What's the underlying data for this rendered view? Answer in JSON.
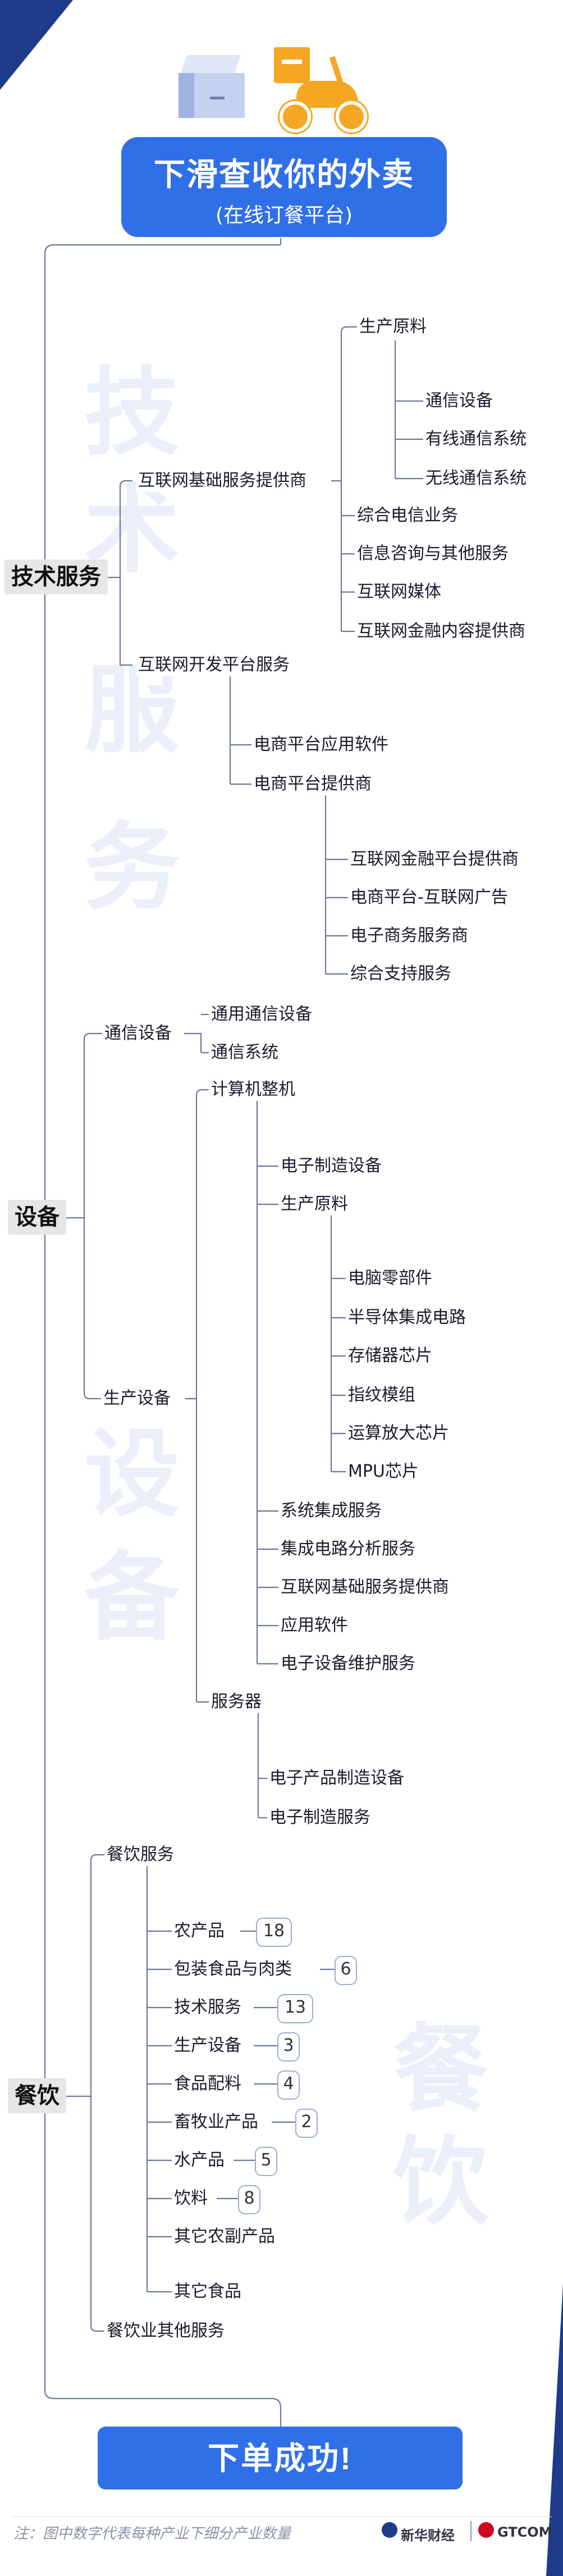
{
  "header": {
    "title": "下滑查收你的外卖",
    "subtitle": "(在线订餐平台)"
  },
  "watermarks": {
    "tech": [
      "技",
      "术",
      "服",
      "务"
    ],
    "equip": [
      "设",
      "备"
    ],
    "food": [
      "餐",
      "饮"
    ]
  },
  "tech": {
    "category": "技术服务",
    "internet_base": {
      "label": "互联网基础服务提供商",
      "raw": "生产原料",
      "raw_children": [
        "通信设备",
        "有线通信系统",
        "无线通信系统"
      ],
      "others": [
        "综合电信业务",
        "信息咨询与其他服务",
        "互联网媒体",
        "互联网金融内容提供商"
      ]
    },
    "dev_platform": {
      "label": "互联网开发平台服务",
      "children": [
        "电商平台应用软件",
        "电商平台提供商"
      ],
      "provider_children": [
        "互联网金融平台提供商",
        "电商平台-互联网广告",
        "电子商务服务商",
        "综合支持服务"
      ]
    }
  },
  "equip": {
    "category": "设备",
    "comm": {
      "label": "通信设备",
      "children": [
        "通用通信设备",
        "通信系统"
      ]
    },
    "production": {
      "label": "生产设备",
      "computer": "计算机整机",
      "computer_children_top": [
        "电子制造设备",
        "生产原料"
      ],
      "raw_children": [
        "电脑零部件",
        "半导体集成电路",
        "存储器芯片",
        "指纹模组",
        "运算放大芯片",
        "MPU芯片"
      ],
      "computer_children_bottom": [
        "系统集成服务",
        "集成电路分析服务",
        "互联网基础服务提供商",
        "应用软件",
        "电子设备维护服务"
      ],
      "server": "服务器",
      "server_children": [
        "电子产品制造设备",
        "电子制造服务"
      ]
    }
  },
  "food": {
    "category": "餐饮",
    "service": "餐饮服务",
    "items": [
      {
        "label": "农产品",
        "count": "18"
      },
      {
        "label": "包装食品与肉类",
        "count": "6"
      },
      {
        "label": "技术服务",
        "count": "13"
      },
      {
        "label": "生产设备",
        "count": "3"
      },
      {
        "label": "食品配料",
        "count": "4"
      },
      {
        "label": "畜牧业产品",
        "count": "2"
      },
      {
        "label": "水产品",
        "count": "5"
      },
      {
        "label": "饮料",
        "count": "8"
      },
      {
        "label": "其它农副产品",
        "count": ""
      },
      {
        "label": "其它食品",
        "count": ""
      }
    ],
    "other": "餐饮业其他服务"
  },
  "order_button": "下单成功!",
  "footer": {
    "note": "注：图中数字代表每种产业下细分产业数量",
    "brand1": "新华财经",
    "brand2": "GTCOM"
  },
  "colors": {
    "primary": "#2f6fe8",
    "dark_blue": "#1e3a8a",
    "orange": "#f5a623",
    "watermark": "#eaeff9",
    "line": "#6b7a99"
  }
}
